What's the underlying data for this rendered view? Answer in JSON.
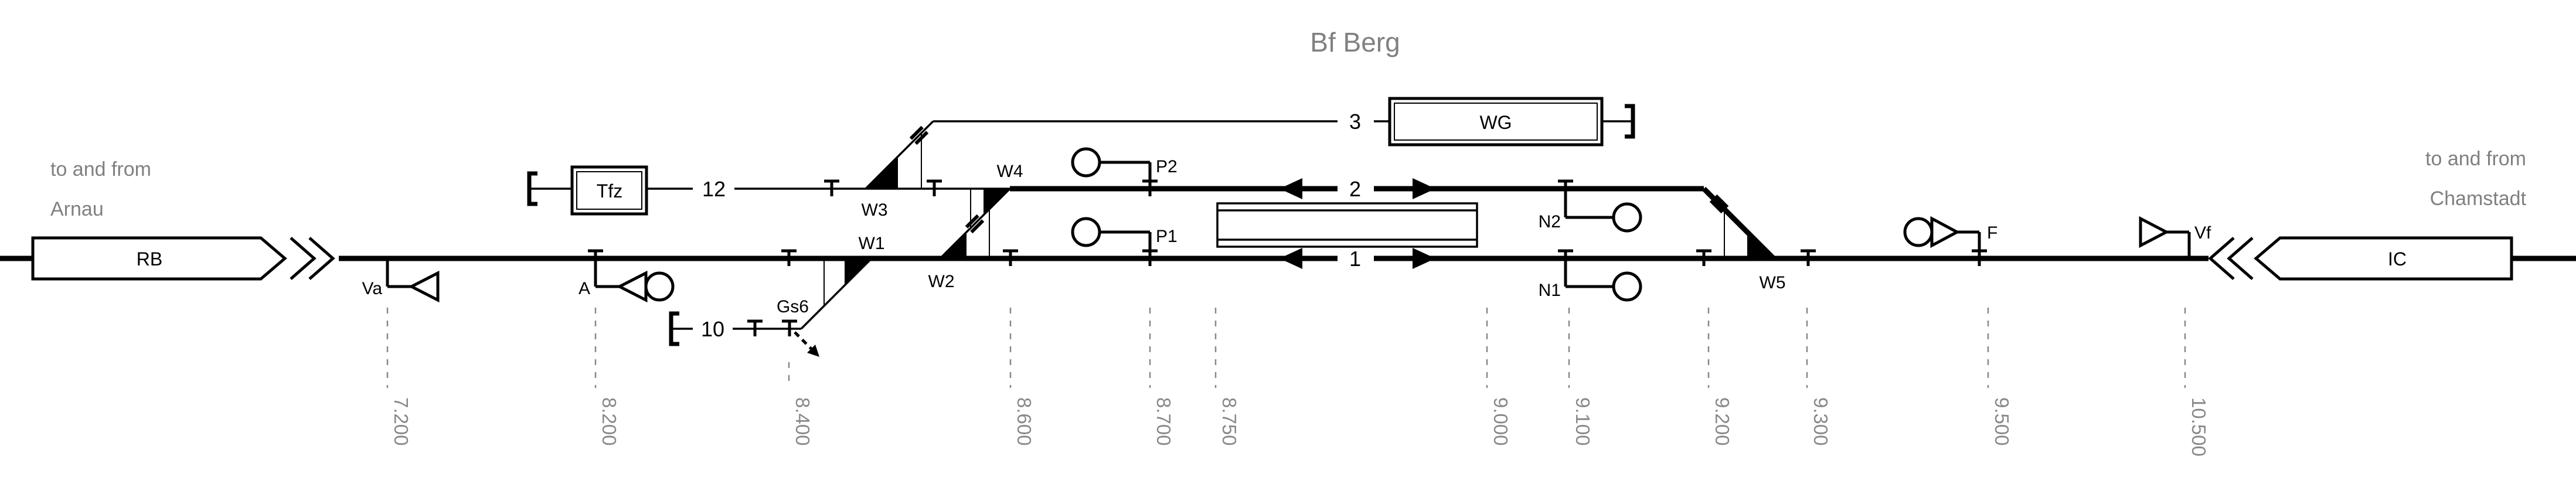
{
  "title": "Bf Berg",
  "directions": {
    "left": {
      "line1": "to and from",
      "line2": "Arnau"
    },
    "right": {
      "line1": "to and from",
      "line2": "Chamstadt"
    }
  },
  "trains": {
    "rb": "RB",
    "ic": "IC"
  },
  "facilities": {
    "tfz": "Tfz",
    "wg": "WG"
  },
  "tracks": {
    "t1": "1",
    "t2": "2",
    "t3": "3",
    "t10": "10",
    "t12": "12"
  },
  "switches": {
    "w1": "W1",
    "w2": "W2",
    "w3": "W3",
    "w4": "W4",
    "w5": "W5"
  },
  "derailer": {
    "label": "Gs6"
  },
  "signals": {
    "va": "Va",
    "a": "A",
    "p1": "P1",
    "p2": "P2",
    "n1": "N1",
    "n2": "N2",
    "f": "F",
    "vf": "Vf"
  },
  "ruler": {
    "items": [
      {
        "km": "7.200"
      },
      {
        "km": "8.200"
      },
      {
        "km": "8.400"
      },
      {
        "km": "8.600"
      },
      {
        "km": "8.700"
      },
      {
        "km": "8.750"
      },
      {
        "km": "9.000"
      },
      {
        "km": "9.100"
      },
      {
        "km": "9.200"
      },
      {
        "km": "9.300"
      },
      {
        "km": "9.500"
      },
      {
        "km": "10.500"
      }
    ]
  },
  "colors": {
    "ink": "#000000",
    "muted": "#808080"
  }
}
